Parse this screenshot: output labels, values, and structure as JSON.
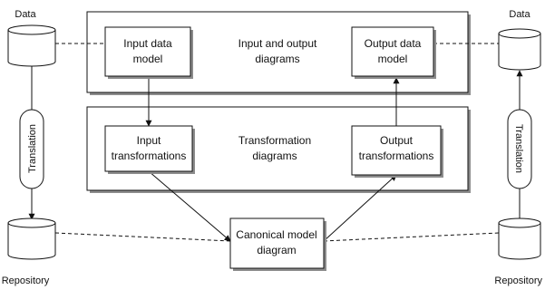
{
  "labels": {
    "data_left": "Data",
    "data_right": "Data",
    "repository_left": "Repository",
    "repository_right": "Repository",
    "translation_left": "Translation",
    "translation_right": "Translation"
  },
  "boxes": {
    "input_data_model": [
      "Input data",
      "model"
    ],
    "output_data_model": [
      "Output data",
      "model"
    ],
    "io_diagrams": [
      "Input and output",
      "diagrams"
    ],
    "input_transformations": [
      "Input",
      "transformations"
    ],
    "output_transformations": [
      "Output",
      "transformations"
    ],
    "transformation_diagrams": [
      "Transformation",
      "diagrams"
    ],
    "canonical_model": [
      "Canonical model",
      "diagram"
    ]
  },
  "colors": {
    "stroke": "#111111",
    "fill": "#ffffff",
    "shadow": "#8c8c8c"
  }
}
